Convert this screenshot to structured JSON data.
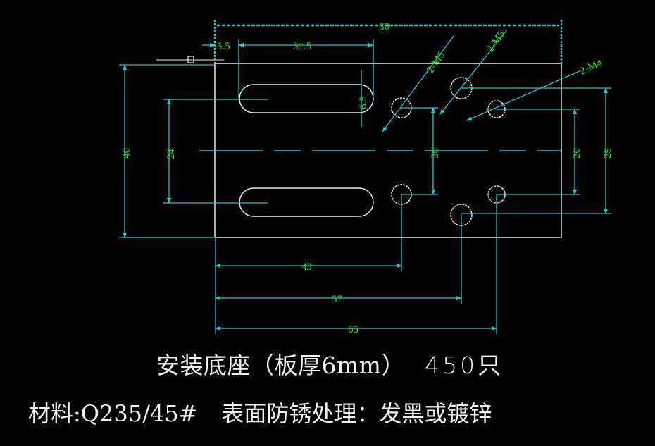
{
  "colors": {
    "background": "#000000",
    "outline": "#e8e8e8",
    "dimension_line": "#20c8d0",
    "dimension_text": "#19e619",
    "title_text": "#f2f2f2"
  },
  "drawing": {
    "part_name": "安装底座",
    "dimensions": {
      "overall_length": "80",
      "slot_offset": "5.5",
      "slot_length": "31.5",
      "slot_width": "6.5",
      "overall_height": "40",
      "slot_spacing": "24",
      "m5_hole_spacing_a": "30",
      "m4_hole_spacing": "20",
      "m5_hole_spacing_b": "29",
      "hole_x_43": "43",
      "hole_x_57": "57",
      "hole_x_65": "65"
    },
    "callouts": {
      "m5_first": "2-M5",
      "m5_second": "2-M5",
      "m4": "2-M4"
    }
  },
  "notes": {
    "title": "安装底座（板厚6mm）",
    "quantity": "450只",
    "material_label": "材料:Q235/45#",
    "surface_treatment": "表面防锈处理：发黑或镀锌"
  }
}
